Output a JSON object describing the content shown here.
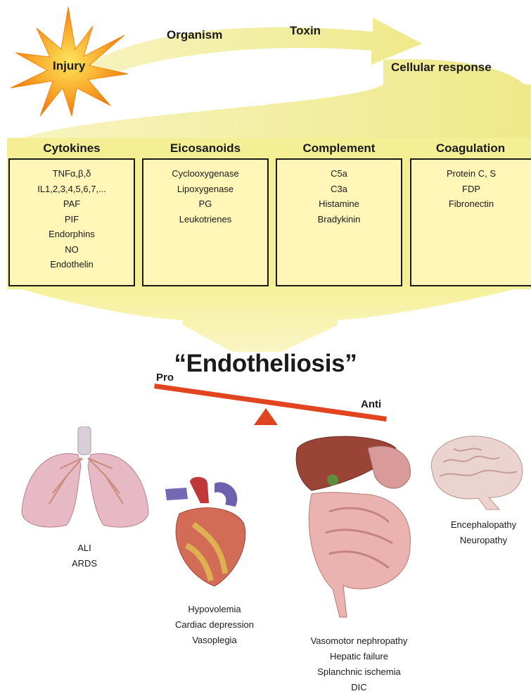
{
  "top": {
    "injury": "Injury",
    "organism": "Organism",
    "toxin": "Toxin",
    "cellular_response": "Cellular response"
  },
  "categories": [
    {
      "header": "Cytokines",
      "items": [
        "TNFα,β,δ",
        "IL1,2,3,4,5,6,7,...",
        "PAF",
        "PIF",
        "Endorphins",
        "NO",
        "Endothelin"
      ]
    },
    {
      "header": "Eicosanoids",
      "items": [
        "Cyclooxygenase",
        "Lipoxygenase",
        "PG",
        "Leukotrienes"
      ]
    },
    {
      "header": "Complement",
      "items": [
        "C5a",
        "C3a",
        "Histamine",
        "Bradykinin"
      ]
    },
    {
      "header": "Coagulation",
      "items": [
        "Protein C, S",
        "FDP",
        "Fibronectin"
      ]
    }
  ],
  "title": "“Endotheliosis”",
  "balance": {
    "pro": "Pro",
    "anti": "Anti"
  },
  "organs": {
    "lungs": [
      "ALI",
      "ARDS"
    ],
    "heart": [
      "Hypovolemia",
      "Cardiac depression",
      "Vasoplegia"
    ],
    "abdomen": [
      "Vasomotor nephropathy",
      "Hepatic failure",
      "Splanchnic ischemia",
      "DIC"
    ],
    "brain": [
      "Encephalopathy",
      "Neuropathy"
    ]
  },
  "colors": {
    "arrow_yellow": "#f3ef9e",
    "box_fill": "#fff6b8",
    "balance_red": "#e0451f",
    "star_orange": "#f79a1c"
  }
}
